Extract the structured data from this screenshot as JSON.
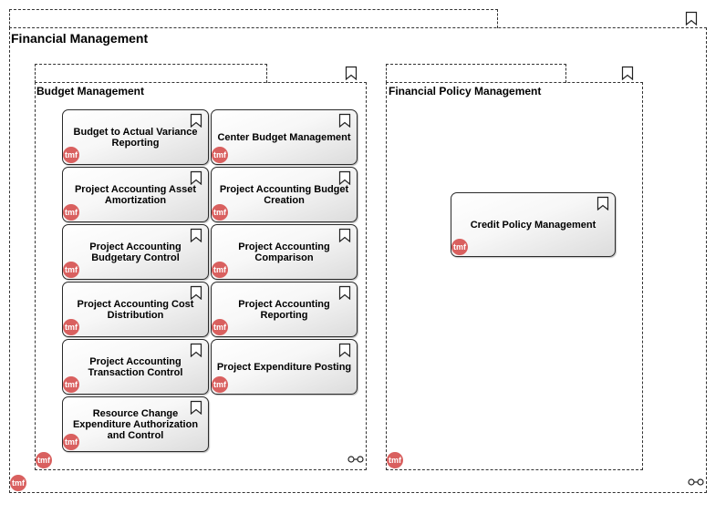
{
  "financial_management": {
    "title": "Financial Management",
    "badge": "tmf"
  },
  "budget_management": {
    "title": "Budget Management",
    "badge": "tmf",
    "functions": [
      {
        "label": "Budget to Actual Variance Reporting",
        "badge": "tmf"
      },
      {
        "label": "Center Budget Management",
        "badge": "tmf"
      },
      {
        "label": "Project Accounting Asset Amortization",
        "badge": "tmf"
      },
      {
        "label": "Project Accounting Budget Creation",
        "badge": "tmf"
      },
      {
        "label": "Project Accounting Budgetary Control",
        "badge": "tmf"
      },
      {
        "label": "Project Accounting Comparison",
        "badge": "tmf"
      },
      {
        "label": "Project Accounting Cost Distribution",
        "badge": "tmf"
      },
      {
        "label": "Project Accounting Reporting",
        "badge": "tmf"
      },
      {
        "label": "Project Accounting Transaction Control",
        "badge": "tmf"
      },
      {
        "label": "Project Expenditure Posting",
        "badge": "tmf"
      },
      {
        "label": "Resource Change Expenditure Authorization and Control",
        "badge": "tmf"
      }
    ]
  },
  "financial_policy_management": {
    "title": "Financial Policy Management",
    "badge": "tmf",
    "functions": [
      {
        "label": "Credit Policy Management",
        "badge": "tmf"
      }
    ]
  },
  "colors": {
    "badge": "#d9605f",
    "border": "#333333"
  },
  "icons": [
    "bookmark-icon",
    "link-icon"
  ]
}
